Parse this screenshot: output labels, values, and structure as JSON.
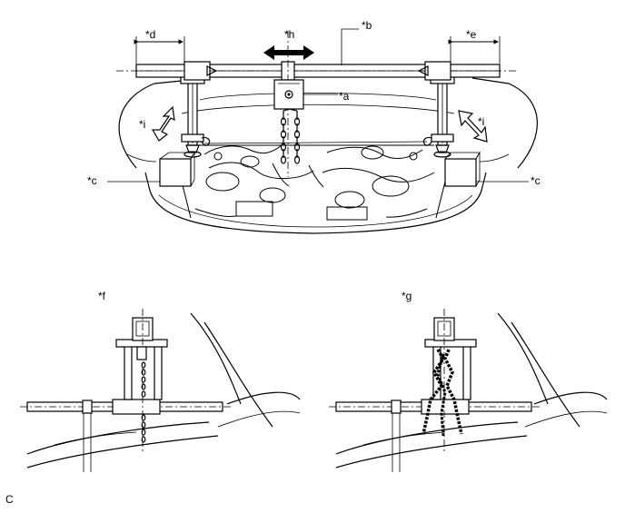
{
  "callouts": {
    "a": "*a",
    "b": "*b",
    "c_left": "*c",
    "c_right": "*c",
    "d": "*d",
    "e": "*e",
    "f": "*f",
    "g": "*g",
    "h": "*h",
    "i_left": "*i",
    "i_right": "*i"
  },
  "figure_code": "C"
}
